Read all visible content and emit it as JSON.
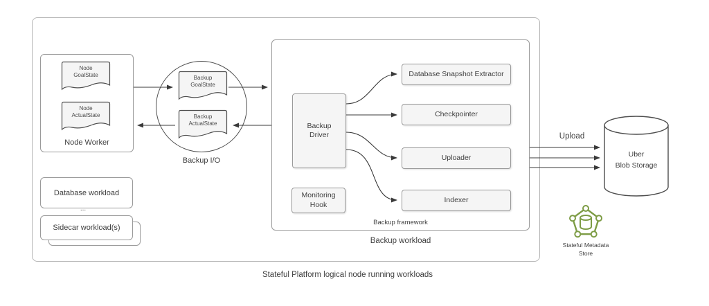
{
  "colors": {
    "accent_green": "#7d9c45",
    "node_fill": "#f5f5f5",
    "border_gray": "#9a9a9a",
    "arrow": "#3a3a3a"
  },
  "caption": "Stateful Platform logical node running workloads",
  "node_worker": {
    "label": "Node Worker",
    "goal_state": {
      "line1": "Node",
      "line2": "GoalState"
    },
    "actual_state": {
      "line1": "Node",
      "line2": "ActualState"
    }
  },
  "backup_io": {
    "label": "Backup I/O",
    "goal_state": {
      "line1": "Backup",
      "line2": "GoalState"
    },
    "actual_state": {
      "line1": "Backup",
      "line2": "ActualState"
    }
  },
  "backup_workload": {
    "label": "Backup workload",
    "framework_label": "Backup framework",
    "driver": {
      "line1": "Backup",
      "line2": "Driver"
    },
    "monitoring_hook": {
      "line1": "Monitoring",
      "line2": "Hook"
    },
    "components": [
      "Database Snapshot Extractor",
      "Checkpointer",
      "Uploader",
      "Indexer"
    ]
  },
  "other_workloads": {
    "database": "Database workload",
    "ellipsis": "...",
    "sidecar": "Sidecar workload(s)"
  },
  "storage": {
    "upload_label": "Upload",
    "blob": {
      "line1": "Uber",
      "line2": "Blob Storage"
    },
    "metadata": {
      "line1": "Stateful Metadata",
      "line2": "Store"
    }
  }
}
